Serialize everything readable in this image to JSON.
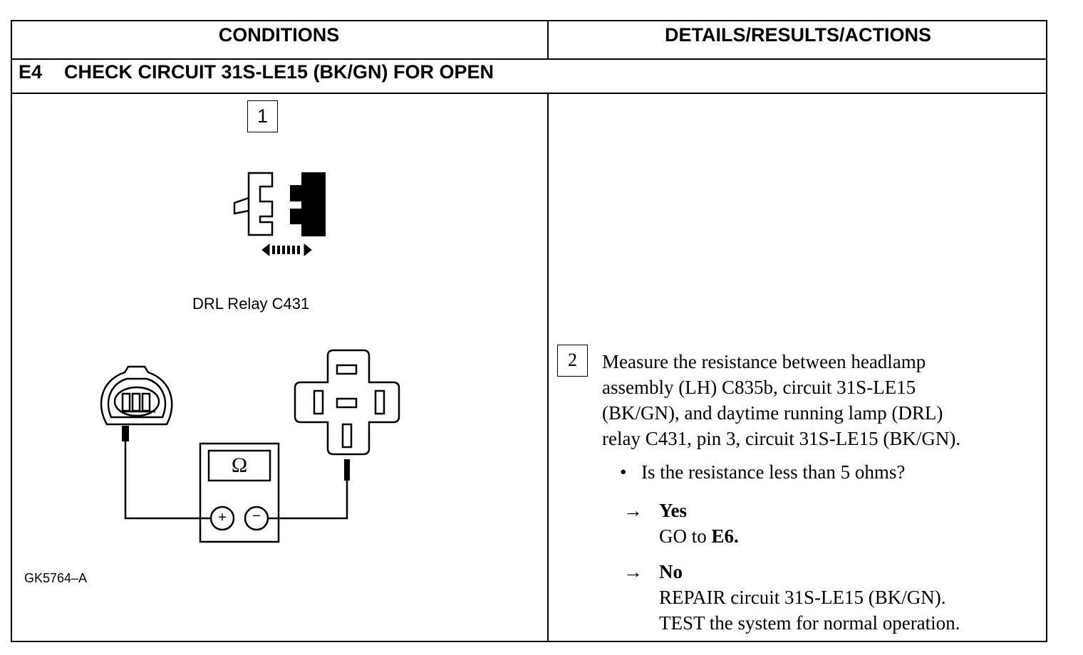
{
  "table": {
    "header_left": "CONDITIONS",
    "header_right": "DETAILS/RESULTS/ACTIONS",
    "step_number": "E4",
    "step_title": "CHECK CIRCUIT 31S-LE15 (BK/GN) FOR OPEN"
  },
  "figure": {
    "step1_label": "1",
    "connector_caption": "DRL Relay C431",
    "meter_symbol": "Ω",
    "meter_plus": "+",
    "meter_minus": "−",
    "figure_id": "GK5764–A"
  },
  "action": {
    "step2_label": "2",
    "instruction_line1": "Measure the resistance between headlamp",
    "instruction_line2": "assembly (LH) C835b, circuit 31S-LE15",
    "instruction_line3": "(BK/GN), and daytime running lamp (DRL)",
    "instruction_line4": "relay C431, pin 3, circuit 31S-LE15 (BK/GN).",
    "bullet": "•",
    "question": "Is the resistance less than 5 ohms?",
    "arrow": "→",
    "yes_label": "Yes",
    "yes_goto": "GO to",
    "yes_target": "E6.",
    "no_label": "No",
    "no_line1": "REPAIR circuit 31S-LE15 (BK/GN).",
    "no_line2": "TEST the system for normal operation."
  }
}
